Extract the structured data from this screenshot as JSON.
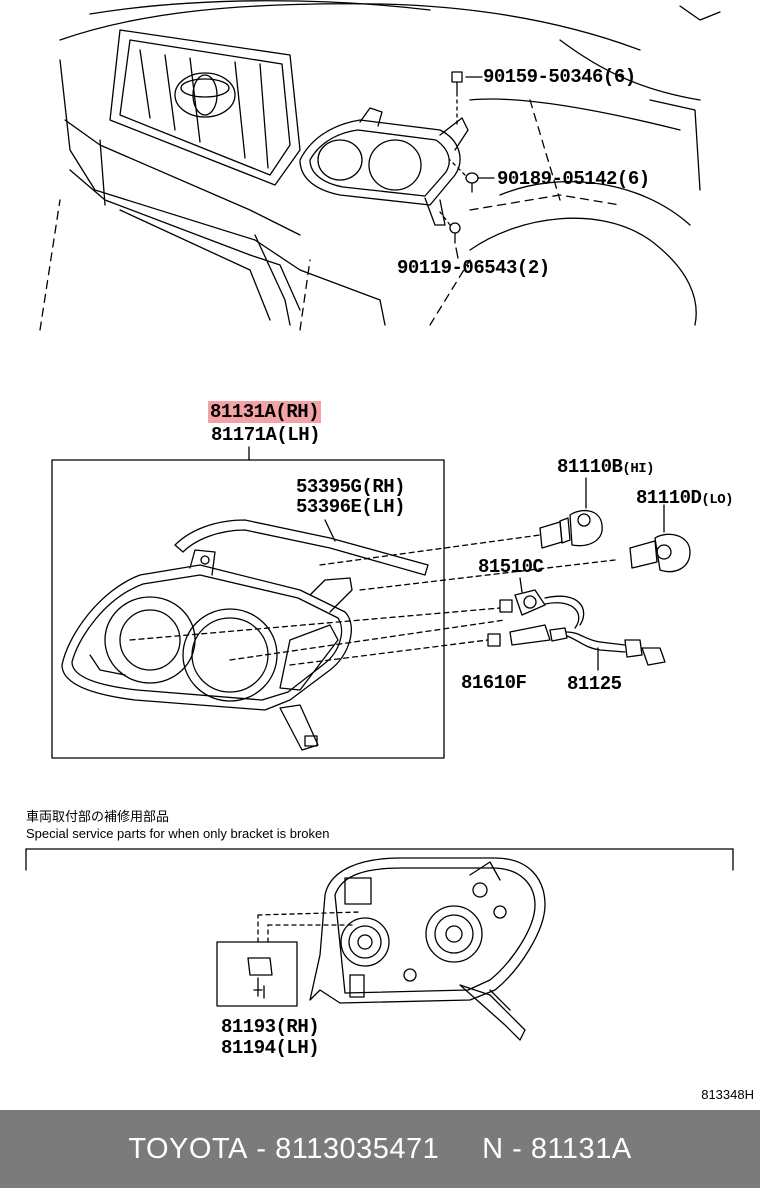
{
  "diagram": {
    "labels": {
      "bolt_90159": "90159-50346(6)",
      "clip_90189": "90189-05142(6)",
      "bolt_90119": "90119-06543(2)",
      "unit_rh": "81131A(RH)",
      "unit_lh": "81171A(LH)",
      "gasket_rh": "53395G(RH)",
      "gasket_lh": "53396E(LH)",
      "bulb_hi_num": "81110B",
      "bulb_hi_suffix": "(HI)",
      "bulb_lo_num": "81110D",
      "bulb_lo_suffix": "(LO)",
      "socket": "81510C",
      "small_bulb": "81610F",
      "harness": "81125",
      "bracket_rh": "81193(RH)",
      "bracket_lh": "81194(LH)"
    },
    "note_jp": "車両取付部の補修用部品",
    "note_en": "Special service parts for when only bracket is broken",
    "illustration_code": "813348H"
  },
  "footer": {
    "brand": "TOYOTA",
    "part_number": "8113035471",
    "ref_prefix": "N",
    "ref_number": "81131A"
  }
}
